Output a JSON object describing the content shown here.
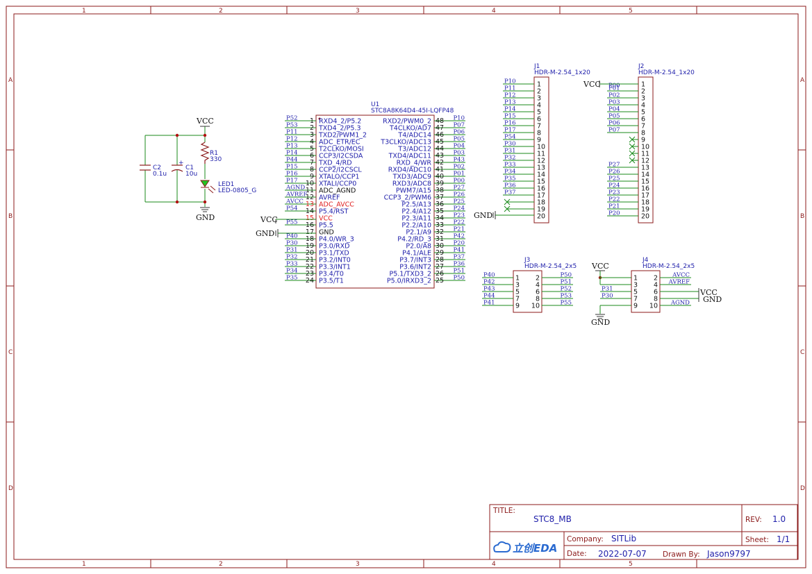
{
  "frame": {
    "cols": [
      "1",
      "2",
      "3",
      "4",
      "5"
    ],
    "rows": [
      "A",
      "B",
      "C",
      "D"
    ]
  },
  "power": {
    "vcc": "VCC",
    "gnd": "GND"
  },
  "passives": {
    "c2": {
      "ref": "C2",
      "value": "0.1u"
    },
    "c1": {
      "ref": "C1",
      "value": "10u",
      "polarity": "+"
    },
    "r1": {
      "ref": "R1",
      "value": "330"
    },
    "led1": {
      "ref": "LED1",
      "value": "LED-0805_G"
    }
  },
  "u1": {
    "ref": "U1",
    "part": "STC8A8K64D4-45I-LQFP48",
    "left_pins": [
      {
        "num": "1",
        "name": "RXD4_2/P5.2",
        "net": "P52"
      },
      {
        "num": "2",
        "name": "TXD4_2/P5.3",
        "net": "P53"
      },
      {
        "num": "3",
        "name": "TXD2/PWM1_2",
        "net": "P11"
      },
      {
        "num": "4",
        "name": "ADC_ETR/EC",
        "net": "P12"
      },
      {
        "num": "5",
        "name": "T2CLKO/MOSI",
        "net": "P13"
      },
      {
        "num": "6",
        "name": "CCP3/I2CSDA",
        "net": "P14"
      },
      {
        "num": "7",
        "name": "TXD_4/RD",
        "net": "P44"
      },
      {
        "num": "8",
        "name": "CCP2/I2CSCL",
        "net": "P15"
      },
      {
        "num": "9",
        "name": "XTALO/CCP1",
        "net": "P16"
      },
      {
        "num": "10",
        "name": "XTALI/CCP0",
        "net": "P17"
      },
      {
        "num": "11",
        "name": "ADC_AGND",
        "net": "AGND"
      },
      {
        "num": "12",
        "name": "AVREF",
        "net": "AVREF"
      },
      {
        "num": "13",
        "name": "ADC_AVCC",
        "net": "AVCC"
      },
      {
        "num": "14",
        "name": "P5.4/RST",
        "net": "P54"
      },
      {
        "num": "15",
        "name": "VCC",
        "net": ""
      },
      {
        "num": "16",
        "name": "P5.5",
        "net": "P55"
      },
      {
        "num": "17",
        "name": "GND",
        "net": ""
      },
      {
        "num": "18",
        "name": "P4.0/WR_3",
        "net": "P40"
      },
      {
        "num": "19",
        "name": "P3.0/RXD",
        "net": "P30"
      },
      {
        "num": "20",
        "name": "P3.1/TXD",
        "net": "P31"
      },
      {
        "num": "21",
        "name": "P3.2/INT0",
        "net": "P32"
      },
      {
        "num": "22",
        "name": "P3.3/INT1",
        "net": "P33"
      },
      {
        "num": "23",
        "name": "P3.4/T0",
        "net": "P34"
      },
      {
        "num": "24",
        "name": "P3.5/T1",
        "net": "P35"
      }
    ],
    "right_pins": [
      {
        "num": "48",
        "name": "RXD2/PWM0_2",
        "net": "P10"
      },
      {
        "num": "47",
        "name": "T4CLKO/AD7",
        "net": "P07"
      },
      {
        "num": "46",
        "name": "T4/ADC14",
        "net": "P06"
      },
      {
        "num": "45",
        "name": "T3CLKO/ADC13",
        "net": "P05"
      },
      {
        "num": "44",
        "name": "T3/ADC12",
        "net": "P04"
      },
      {
        "num": "43",
        "name": "TXD4/ADC11",
        "net": "P03"
      },
      {
        "num": "42",
        "name": "RXD_4/WR",
        "net": "P43"
      },
      {
        "num": "41",
        "name": "RXD4/ADC10",
        "net": "P02"
      },
      {
        "num": "40",
        "name": "TXD3/ADC9",
        "net": "P01"
      },
      {
        "num": "39",
        "name": "RXD3/ADC8",
        "net": "P00"
      },
      {
        "num": "38",
        "name": "PWM7/A15",
        "net": "P27"
      },
      {
        "num": "37",
        "name": "CCP3_2/PWM6",
        "net": "P26"
      },
      {
        "num": "36",
        "name": "P2.5/A13",
        "net": "P25"
      },
      {
        "num": "35",
        "name": "P2.4/A12",
        "net": "P24"
      },
      {
        "num": "34",
        "name": "P2.3/A11",
        "net": "P23"
      },
      {
        "num": "33",
        "name": "P2.2/A10",
        "net": "P22"
      },
      {
        "num": "32",
        "name": "P2.1/A9",
        "net": "P21"
      },
      {
        "num": "31",
        "name": "P4.2/RD_3",
        "net": "P42"
      },
      {
        "num": "30",
        "name": "P2.0/A8",
        "net": "P20"
      },
      {
        "num": "29",
        "name": "P4.1/ALE",
        "net": "P41"
      },
      {
        "num": "28",
        "name": "P3.7/INT3",
        "net": "P37"
      },
      {
        "num": "27",
        "name": "P3.6/INT2",
        "net": "P36"
      },
      {
        "num": "26",
        "name": "P5.1/TXD3_2",
        "net": "P51"
      },
      {
        "num": "25",
        "name": "P5.0/IRXD3_2",
        "net": "P50"
      }
    ]
  },
  "j1": {
    "ref": "J1",
    "part": "HDR-M-2.54_1x20",
    "pins": [
      "1",
      "2",
      "3",
      "4",
      "5",
      "6",
      "7",
      "8",
      "9",
      "10",
      "11",
      "12",
      "13",
      "14",
      "15",
      "16",
      "17",
      "18",
      "19",
      "20"
    ],
    "nets": [
      "P10",
      "P11",
      "P12",
      "P13",
      "P14",
      "P15",
      "P16",
      "P17",
      "P54",
      "P30",
      "P31",
      "P32",
      "P33",
      "P34",
      "P35",
      "P36",
      "P37",
      "",
      "",
      ""
    ]
  },
  "j2": {
    "ref": "J2",
    "part": "HDR-M-2.54_1x20",
    "pins": [
      "1",
      "2",
      "3",
      "4",
      "5",
      "6",
      "7",
      "8",
      "9",
      "10",
      "11",
      "12",
      "13",
      "14",
      "15",
      "16",
      "17",
      "18",
      "19",
      "20"
    ],
    "nets": [
      "P00",
      "P01",
      "P02",
      "P03",
      "P04",
      "P05",
      "P06",
      "P07",
      "",
      "",
      "",
      "",
      "P27",
      "P26",
      "P25",
      "P24",
      "P23",
      "P22",
      "P21",
      "P20"
    ]
  },
  "j3": {
    "ref": "J3",
    "part": "HDR-M-2.54_2x5",
    "left_pins": [
      "1",
      "3",
      "5",
      "7",
      "9"
    ],
    "right_pins": [
      "2",
      "4",
      "6",
      "8",
      "10"
    ],
    "left_nets": [
      "P40",
      "P42",
      "P43",
      "P44",
      "P41"
    ],
    "right_nets": [
      "P50",
      "P51",
      "P52",
      "P53",
      "P55"
    ]
  },
  "j4": {
    "ref": "J4",
    "part": "HDR-M-2.54_2x5",
    "left_pins": [
      "1",
      "3",
      "5",
      "7",
      "9"
    ],
    "right_pins": [
      "2",
      "4",
      "6",
      "8",
      "10"
    ],
    "left_nets": [
      "",
      "",
      "P31",
      "P30",
      ""
    ],
    "right_nets": [
      "AVCC",
      "AVREF",
      "",
      "",
      "AGND"
    ]
  },
  "title_block": {
    "title_label": "TITLE:",
    "title": "STC8_MB",
    "rev_label": "REV:",
    "rev": "1.0",
    "company_label": "Company:",
    "company": "SITLib",
    "sheet_label": "Sheet:",
    "sheet": "1/1",
    "date_label": "Date:",
    "date": "2022-07-07",
    "drawn_label": "Drawn By:",
    "drawn": "Jason9797",
    "logo": "立创EDA"
  }
}
